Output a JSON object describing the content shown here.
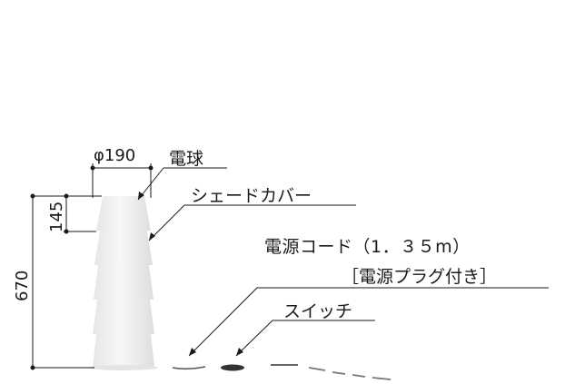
{
  "dimensions": {
    "width_label": "φ190",
    "shade_height_label": "145",
    "total_height_label": "670"
  },
  "callouts": {
    "bulb": "電球",
    "shade_cover": "シェードカバー",
    "power_cord": "電源コード（1．３５m）",
    "power_cord_note": "［電源プラグ付き］",
    "switch": "スイッチ"
  }
}
